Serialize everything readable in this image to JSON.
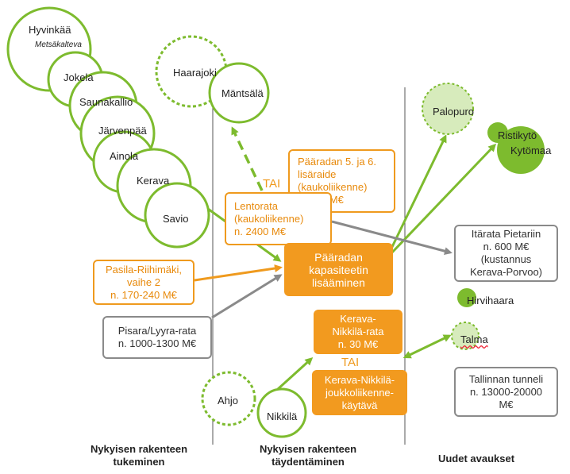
{
  "circles": {
    "hyvinkaa": "Hyvinkää",
    "metsakalteva": "Metsäkalteva",
    "jokela": "Jokela",
    "saunakallio": "Saunakallio",
    "jarvenpaa": "Järvenpää",
    "ainola": "Ainola",
    "kerava": "Kerava",
    "savio": "Savio",
    "haarajoki": "Haarajoki",
    "mantsala": "Mäntsälä",
    "palopuro": "Palopuro",
    "ristikyto": "Ristikytö",
    "kytomaa": "Kytömaa",
    "hirvihaara": "Hirvihaara",
    "talma": "Talma",
    "ahjo": "Ahjo",
    "nikkila": "Nikkilä"
  },
  "boxes": {
    "paaradan_lisaraide": [
      "Päärадan 5. ja 6.",
      "lisäraide",
      "(kaukoliikenne)",
      "n. 640 M€"
    ],
    "lentorata": [
      "Lentorata",
      "(kaukoliikenne)",
      "n. 2400 M€"
    ],
    "paaradan_kapasiteetti": [
      "Pääradan",
      "kapasiteetin",
      "lisääminen"
    ],
    "pasila_riihimaki": [
      "Pasila-Riihimäki,",
      "vaihe 2",
      "n. 170-240 M€"
    ],
    "pisara": [
      "Pisara/Lyyra-rata",
      "n. 1000-1300 M€"
    ],
    "itarata": [
      "Itärata Pietariin",
      "n. 600 M€",
      "(kustannus",
      "Kerava-Porvoo)"
    ],
    "kerava_nikkila_rata": [
      "Kerava-",
      "Nikkilä-rata",
      "n. 30 M€"
    ],
    "kerava_nikkila_joukko": [
      "Kerava-Nikkilä-",
      "joukkoliikenne-",
      "käytävä"
    ],
    "tallinnan_tunneli": [
      "Tallinnan tunneli",
      "n. 13000-20000",
      "M€"
    ]
  },
  "tai_labels": {
    "upper": "TAI",
    "lower": "TAI"
  },
  "columns": {
    "left": [
      "Nykyisen rakenteen",
      "tukeminen"
    ],
    "middle": [
      "Nykyisen rakenteen",
      "täydentäminen"
    ],
    "right": [
      "Uudet avaukset"
    ]
  },
  "colors": {
    "green": "#7dbb2e",
    "green_fill": "#7dbb2e",
    "orange": "#ef9a1e",
    "gray": "#8a8a8a"
  }
}
